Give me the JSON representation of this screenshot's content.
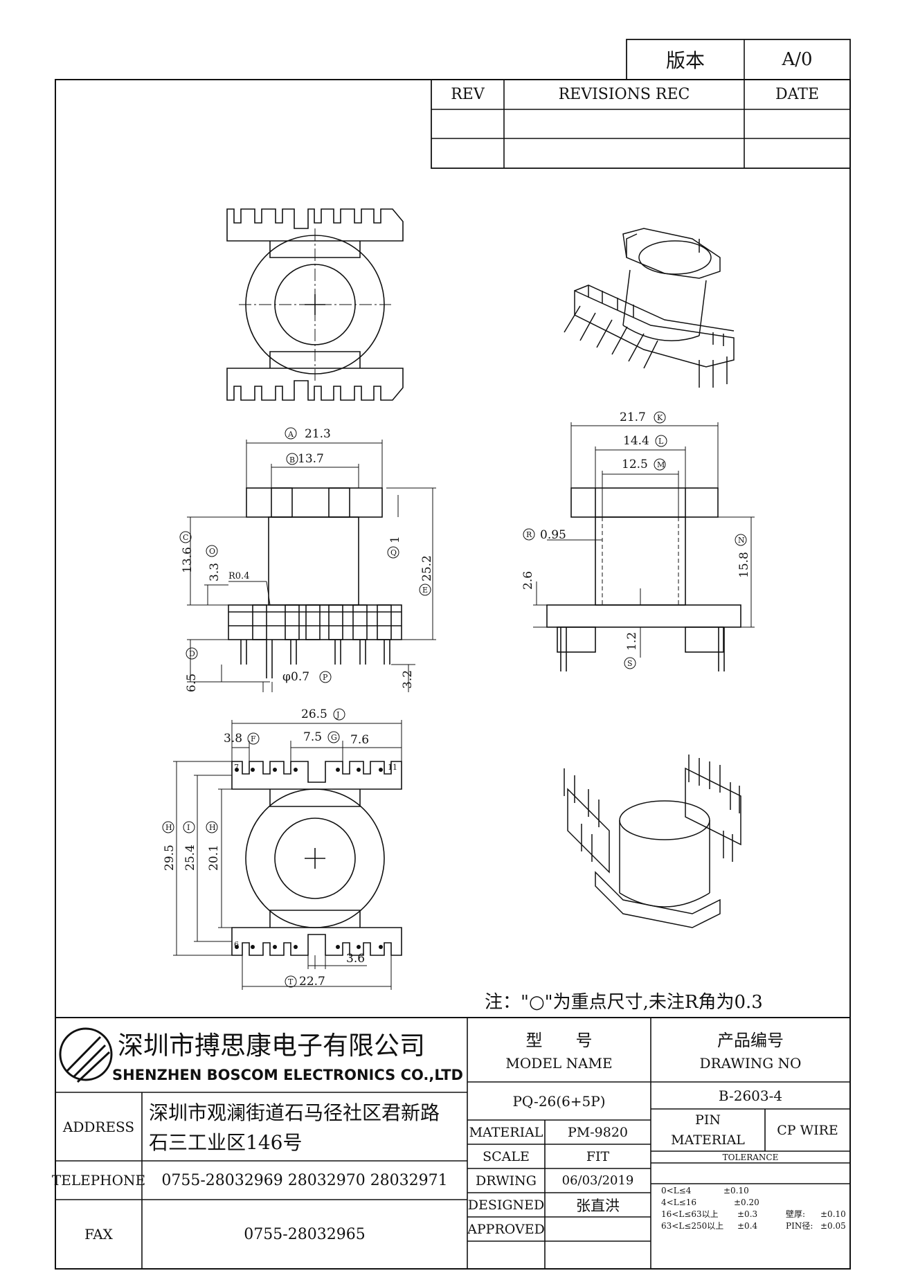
{
  "version_box": {
    "label": "版本",
    "value": "A/0"
  },
  "revisions": {
    "headers": {
      "rev": "REV",
      "rec": "REVISIONS REC",
      "date": "DATE"
    }
  },
  "dimensions": {
    "A": "21.3",
    "B": "13.7",
    "C": "13.6",
    "O": "3.3",
    "R": "R0.4",
    "Q": "1",
    "E": "25.2",
    "D": "6.5",
    "P": "0.7",
    "S32": "3.2",
    "K": "21.7",
    "L": "14.4",
    "M": "12.5",
    "R095": "0.95",
    "N": "15.8",
    "d26": "2.6",
    "S12": "1.2",
    "J": "26.5",
    "F": "3.8",
    "G": "7.5",
    "d76": "7.6",
    "H295": "29.5",
    "I254": "25.4",
    "H201": "20.1",
    "d36": "3.6",
    "T": "22.7",
    "pin7": "7",
    "pin11": "11",
    "pin6": "6",
    "circ_A": "A",
    "circ_B": "B",
    "circ_C": "C",
    "circ_O": "O",
    "circ_Q": "Q",
    "circ_E": "E",
    "circ_D": "D",
    "circ_P": "P",
    "circ_K": "K",
    "circ_L": "L",
    "circ_M": "M",
    "circ_R": "R",
    "circ_N": "N",
    "circ_S": "S",
    "circ_J": "J",
    "circ_F": "F",
    "circ_G": "G",
    "circ_H": "H",
    "circ_I": "I",
    "circ_T": "T",
    "phi": "φ"
  },
  "note": "注：\"○\"为重点尺寸,未注R角为0.3",
  "company": {
    "name_cn": "深圳市搏思康电子有限公司",
    "name_en": "SHENZHEN BOSCOM ELECTRONICS CO.,LTD",
    "address_label": "ADDRESS",
    "address_line1": "深圳市观澜街道石马径社区君新路",
    "address_line2": "石三工业区146号",
    "telephone_label": "TELEPHONE",
    "telephone": "0755-28032969 28032970 28032971",
    "fax_label": "FAX",
    "fax": "0755-28032965"
  },
  "title_block": {
    "model_cn": "型　　号",
    "model_en": "MODEL NAME",
    "drawing_cn": "产品编号",
    "drawing_en": "DRAWING NO",
    "model_value": "PQ-26(6+5P)",
    "drawing_value": "B-2603-4",
    "material_label": "MATERIAL",
    "material_value": "PM-9820",
    "pin_label_1": "PIN",
    "pin_label_2": "MATERIAL",
    "pin_value": "CP WIRE",
    "scale_label": "SCALE",
    "scale_value": "FIT",
    "tolerance_label": "TOLERANCE",
    "drwing_label": "DRWING",
    "drwing_value": "06/03/2019",
    "designed_label": "DESIGNED",
    "designed_value": "张直洪",
    "approved_label": "APPROVED",
    "tolerances": {
      "t1": "0<L≤4",
      "t1v": "±0.10",
      "t2": "4<L≤16",
      "t2v": "±0.20",
      "t3": "16<L≤63以上",
      "t3v": "±0.3",
      "t4": "63<L≤250以上",
      "t4v": "±0.4",
      "wall": "壁厚:",
      "wallv": "±0.10",
      "pin": "PIN径:",
      "pinv": "±0.05"
    }
  }
}
